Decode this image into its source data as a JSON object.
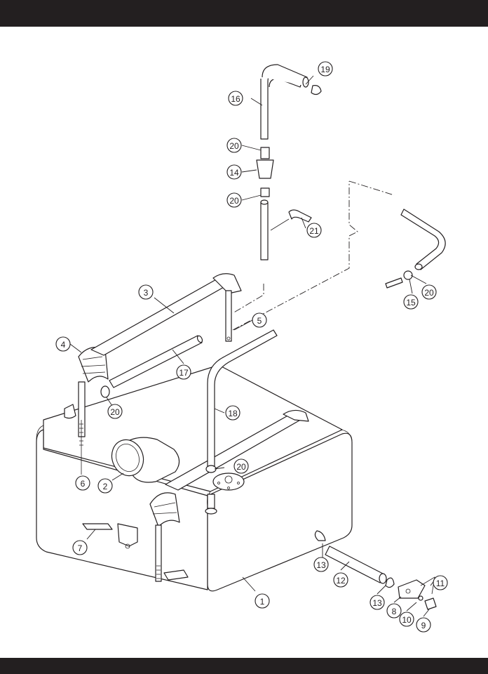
{
  "callouts": [
    {
      "label": "1"
    },
    {
      "label": "2"
    },
    {
      "label": "3"
    },
    {
      "label": "4"
    },
    {
      "label": "5"
    },
    {
      "label": "6"
    },
    {
      "label": "7"
    },
    {
      "label": "8"
    },
    {
      "label": "9"
    },
    {
      "label": "10"
    },
    {
      "label": "11"
    },
    {
      "label": "12"
    },
    {
      "label": "13"
    },
    {
      "label": "13"
    },
    {
      "label": "14"
    },
    {
      "label": "15"
    },
    {
      "label": "16"
    },
    {
      "label": "17"
    },
    {
      "label": "18"
    },
    {
      "label": "19"
    },
    {
      "label": "20"
    },
    {
      "label": "20"
    },
    {
      "label": "20"
    },
    {
      "label": "20"
    },
    {
      "label": "20"
    },
    {
      "label": "21"
    }
  ]
}
